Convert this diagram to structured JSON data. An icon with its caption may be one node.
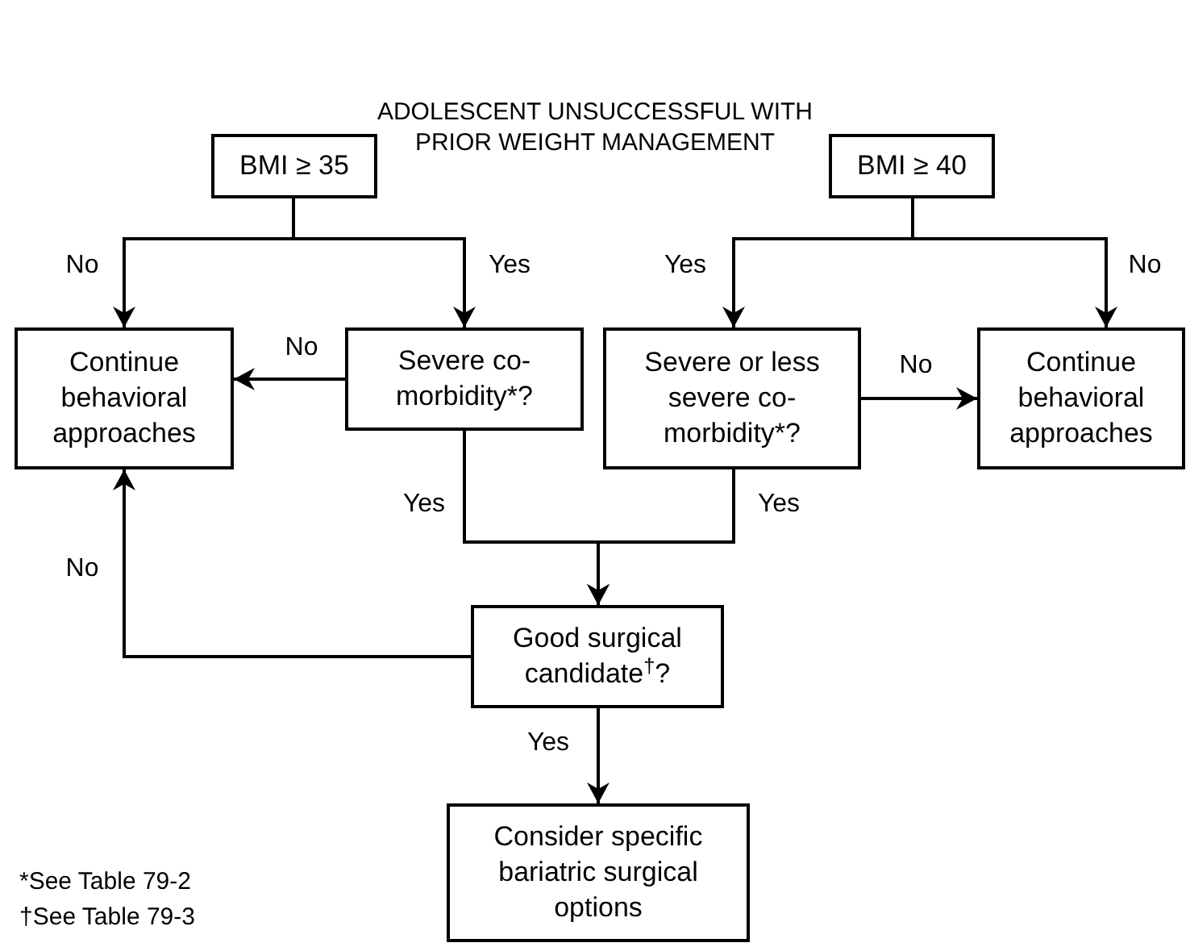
{
  "diagram": {
    "title": "ADOLESCENT UNSUCCESSFUL WITH PRIOR WEIGHT MANAGEMENT",
    "nodes": [
      {
        "text": [
          "BMI ≥ 35"
        ]
      },
      {
        "text": [
          "BMI ≥ 40"
        ]
      },
      {
        "text": [
          "Continue behavioral approaches"
        ]
      },
      {
        "text": [
          "Severe co-morbidity*?"
        ]
      },
      {
        "text": [
          "Severe or less severe co-morbidity*?"
        ]
      },
      {
        "text": [
          "Continue behavioral approaches"
        ]
      },
      {
        "text": [
          "Good surgical candidate$^{†}$?"
        ]
      },
      {
        "text": [
          "Consider specific bariatric surgical options"
        ]
      }
    ],
    "edges": [
      {
        "from": 0,
        "to": 2,
        "arrow": "to",
        "label": "No"
      },
      {
        "from": 0,
        "to": 3,
        "arrow": "to",
        "label": "Yes"
      },
      {
        "from": 1,
        "to": 4,
        "arrow": "to",
        "label": "Yes"
      },
      {
        "from": 1,
        "to": 5,
        "arrow": "to",
        "label": "No"
      },
      {
        "from": 3,
        "to": 2,
        "arrow": "to",
        "label": "No"
      },
      {
        "from": 4,
        "to": 5,
        "arrow": "to",
        "label": "No"
      },
      {
        "from": 3,
        "to": 6,
        "arrow": "to",
        "label": "Yes"
      },
      {
        "from": 4,
        "to": 6,
        "arrow": "to",
        "label": "Yes"
      },
      {
        "from": 6,
        "to": 2,
        "arrow": "to",
        "label": "No"
      },
      {
        "from": 6,
        "to": 7,
        "arrow": "to",
        "label": "Yes"
      }
    ],
    "labels": [
      "*See Table 79-2",
      "†See Table 79-3"
    ]
  }
}
